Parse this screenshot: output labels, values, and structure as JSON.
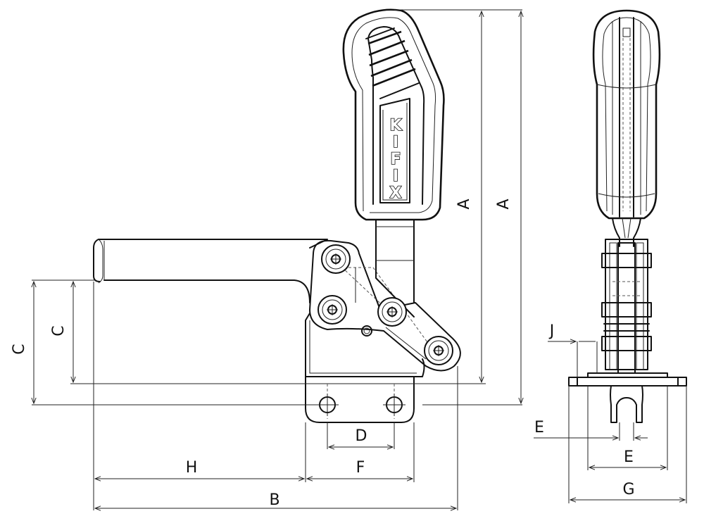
{
  "logo": {
    "letters": [
      "K",
      "I",
      "F",
      "I",
      "X"
    ]
  },
  "dimensions": {
    "A": "A",
    "B": "B",
    "C": "C",
    "D": "D",
    "E": "E",
    "F": "F",
    "G": "G",
    "H": "H",
    "J": "J"
  }
}
